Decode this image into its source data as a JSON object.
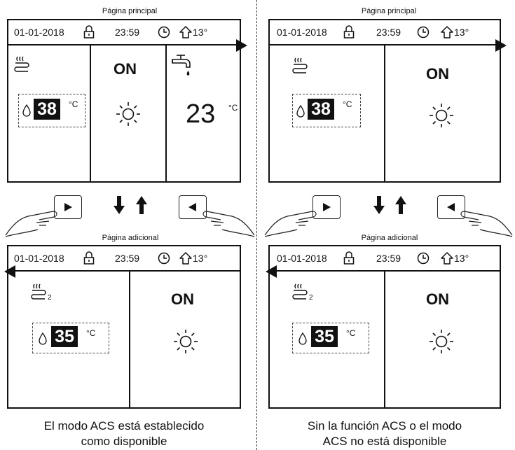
{
  "left": {
    "main_title": "Página principal",
    "extra_title": "Página adicional",
    "status": {
      "date": "01-01-2018",
      "time": "23:59",
      "outdoor_temp": "13°"
    },
    "main_screen": {
      "zone1": {
        "set_temp": "38",
        "unit": "°C"
      },
      "mode": {
        "state": "ON",
        "icon": "sun-icon"
      },
      "dhw": {
        "temp": "23",
        "unit": "°C",
        "icon": "tap-icon"
      }
    },
    "extra_screen": {
      "zone2": {
        "subscript": "2",
        "set_temp": "35",
        "unit": "°C"
      },
      "mode": {
        "state": "ON"
      }
    },
    "caption_line1": "El modo ACS está establecido",
    "caption_line2": "como disponible"
  },
  "right": {
    "main_title": "Página principal",
    "extra_title": "Página adicional",
    "status": {
      "date": "01-01-2018",
      "time": "23:59",
      "outdoor_temp": "13°"
    },
    "main_screen": {
      "zone1": {
        "set_temp": "38",
        "unit": "°C"
      },
      "mode": {
        "state": "ON"
      }
    },
    "extra_screen": {
      "zone2": {
        "subscript": "2",
        "set_temp": "35",
        "unit": "°C"
      },
      "mode": {
        "state": "ON"
      }
    },
    "caption_line1": "Sin la función ACS o el modo",
    "caption_line2": "ACS no está disponible"
  }
}
